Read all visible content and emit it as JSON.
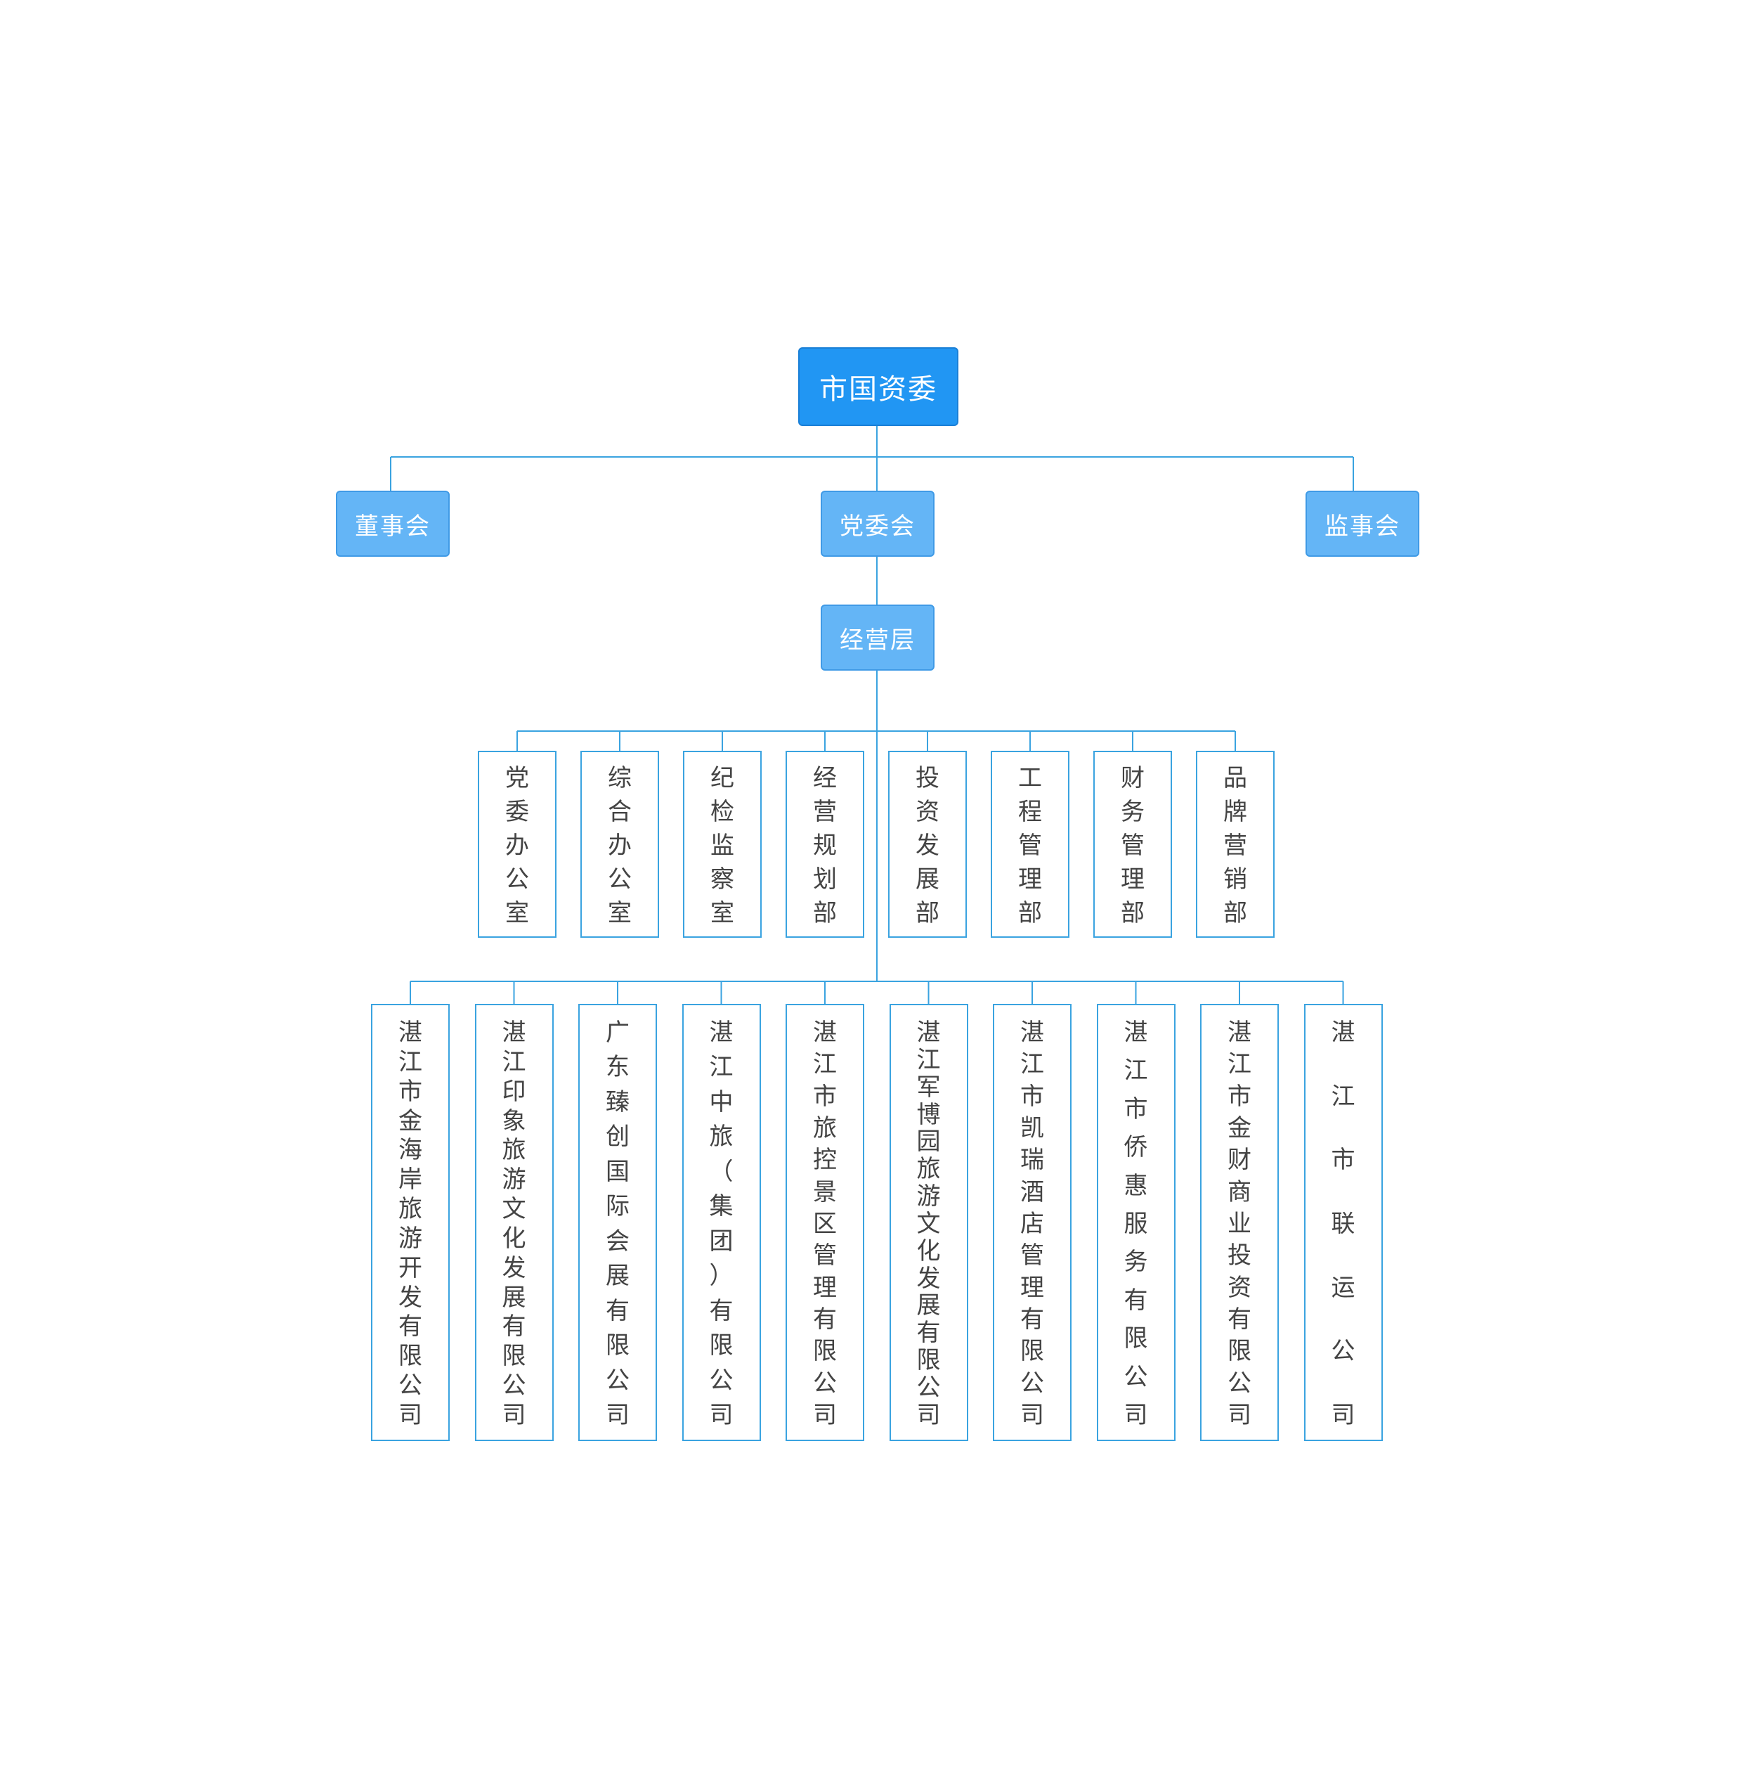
{
  "colors": {
    "line": "#3aa3e0",
    "root_fill": "#2196f3",
    "mid_fill": "#64b5f6",
    "leaf_text": "#444444"
  },
  "root": {
    "label": "市国资委"
  },
  "second_level": {
    "board": {
      "label": "董事会"
    },
    "party": {
      "label": "党委会"
    },
    "supervisory": {
      "label": "监事会"
    }
  },
  "management": {
    "label": "经营层"
  },
  "departments": [
    "党委办公室",
    "综合办公室",
    "纪检监察室",
    "经营规划部",
    "投资发展部",
    "工程管理部",
    "财务管理部",
    "品牌营销部"
  ],
  "companies": [
    "湛江市金海岸旅游开发有限公司",
    "湛江印象旅游文化发展有限公司",
    "广东臻创国际会展有限公司",
    "湛江中旅（集团）有限公司",
    "湛江市旅控景区管理有限公司",
    "湛江军博园旅游文化发展有限公司",
    "湛江市凯瑞酒店管理有限公司",
    "湛江市侨惠服务有限公司",
    "湛江市金财商业投资有限公司",
    "湛江市联运公司"
  ]
}
